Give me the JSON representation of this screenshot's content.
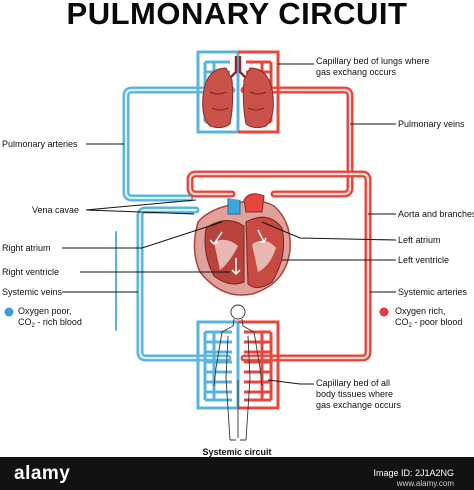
{
  "title": "PULMONARY CIRCUIT",
  "labels": {
    "capillary_lungs": "Capillary bed of lungs where gas exchang occurs",
    "pulmonary_veins": "Pulmonary veins",
    "pulmonary_arteries": "Pulmonary arteries",
    "vena_cavae": "Vena cavae",
    "aorta": "Aorta and branches",
    "right_atrium": "Right atrium",
    "left_atrium": "Left atrium",
    "right_ventricle": "Right ventricle",
    "left_ventricle": "Left ventricle",
    "systemic_veins": "Systemic veins",
    "systemic_arteries": "Systemic arteries",
    "capillary_body": "Capillary bed of all body tissues where gas exchange occurs",
    "systemic_circuit": "Systemic circuit"
  },
  "legend": {
    "oxygen_poor_line1": "Oxygen poor,",
    "co2": "CO",
    "co2_sub": "2",
    "oxygen_poor_rest": " - rich blood",
    "oxygen_rich_line1": "Oxygen rich,",
    "oxygen_rich_rest": " - poor blood",
    "blue": "#3a9fd8",
    "red": "#e23a3a"
  },
  "colors": {
    "vessel_blue": "#4fb3e0",
    "vessel_red": "#e8453c",
    "organ": "#c9524a"
  },
  "footer": {
    "logo": "alamy",
    "image_id_label": "Image ID: 2J1A2NG",
    "site": "www.alamy.com"
  }
}
